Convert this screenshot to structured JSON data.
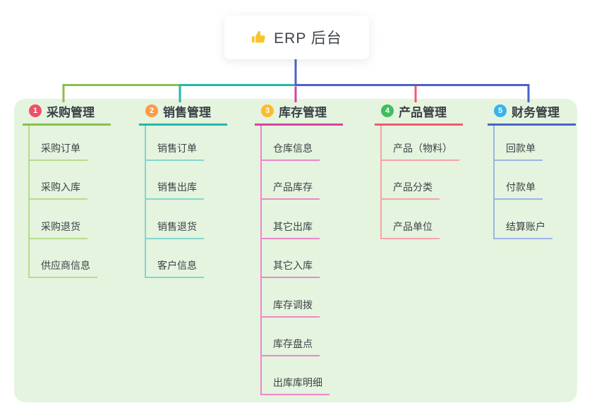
{
  "root": {
    "label": "ERP 后台",
    "icon": "thumbs-up",
    "icon_color": "#f9c32b"
  },
  "connector": {
    "stem_color": "#4f63c6"
  },
  "canvas": {
    "background": "#ffffff",
    "panel_background": "#e4f4df"
  },
  "branches": [
    {
      "badge": "1",
      "label": "采购管理",
      "badge_color": "#ef5068",
      "color": "#8cbe4c",
      "child_color": "#b7db8c",
      "children": [
        "采购订单",
        "采购入库",
        "采购退货",
        "供应商信息"
      ]
    },
    {
      "badge": "2",
      "label": "销售管理",
      "badge_color": "#fd9a43",
      "color": "#29b6a9",
      "child_color": "#84d6cc",
      "children": [
        "销售订单",
        "销售出库",
        "销售退货",
        "客户信息"
      ]
    },
    {
      "badge": "3",
      "label": "库存管理",
      "badge_color": "#fcbc2e",
      "color": "#d6459e",
      "child_color": "#ee86c9",
      "children": [
        "仓库信息",
        "产品库存",
        "其它出库",
        "其它入库",
        "库存调拨",
        "库存盘点",
        "出库库明细"
      ]
    },
    {
      "badge": "4",
      "label": "产品管理",
      "badge_color": "#3fbd5f",
      "color": "#f4596b",
      "child_color": "#f9a2ab",
      "children": [
        "产品（物料）",
        "产品分类",
        "产品单位"
      ]
    },
    {
      "badge": "5",
      "label": "财务管理",
      "badge_color": "#36b4ec",
      "color": "#4a63c5",
      "child_color": "#9db4e6",
      "children": [
        "回款单",
        "付款单",
        "结算账户"
      ]
    }
  ]
}
